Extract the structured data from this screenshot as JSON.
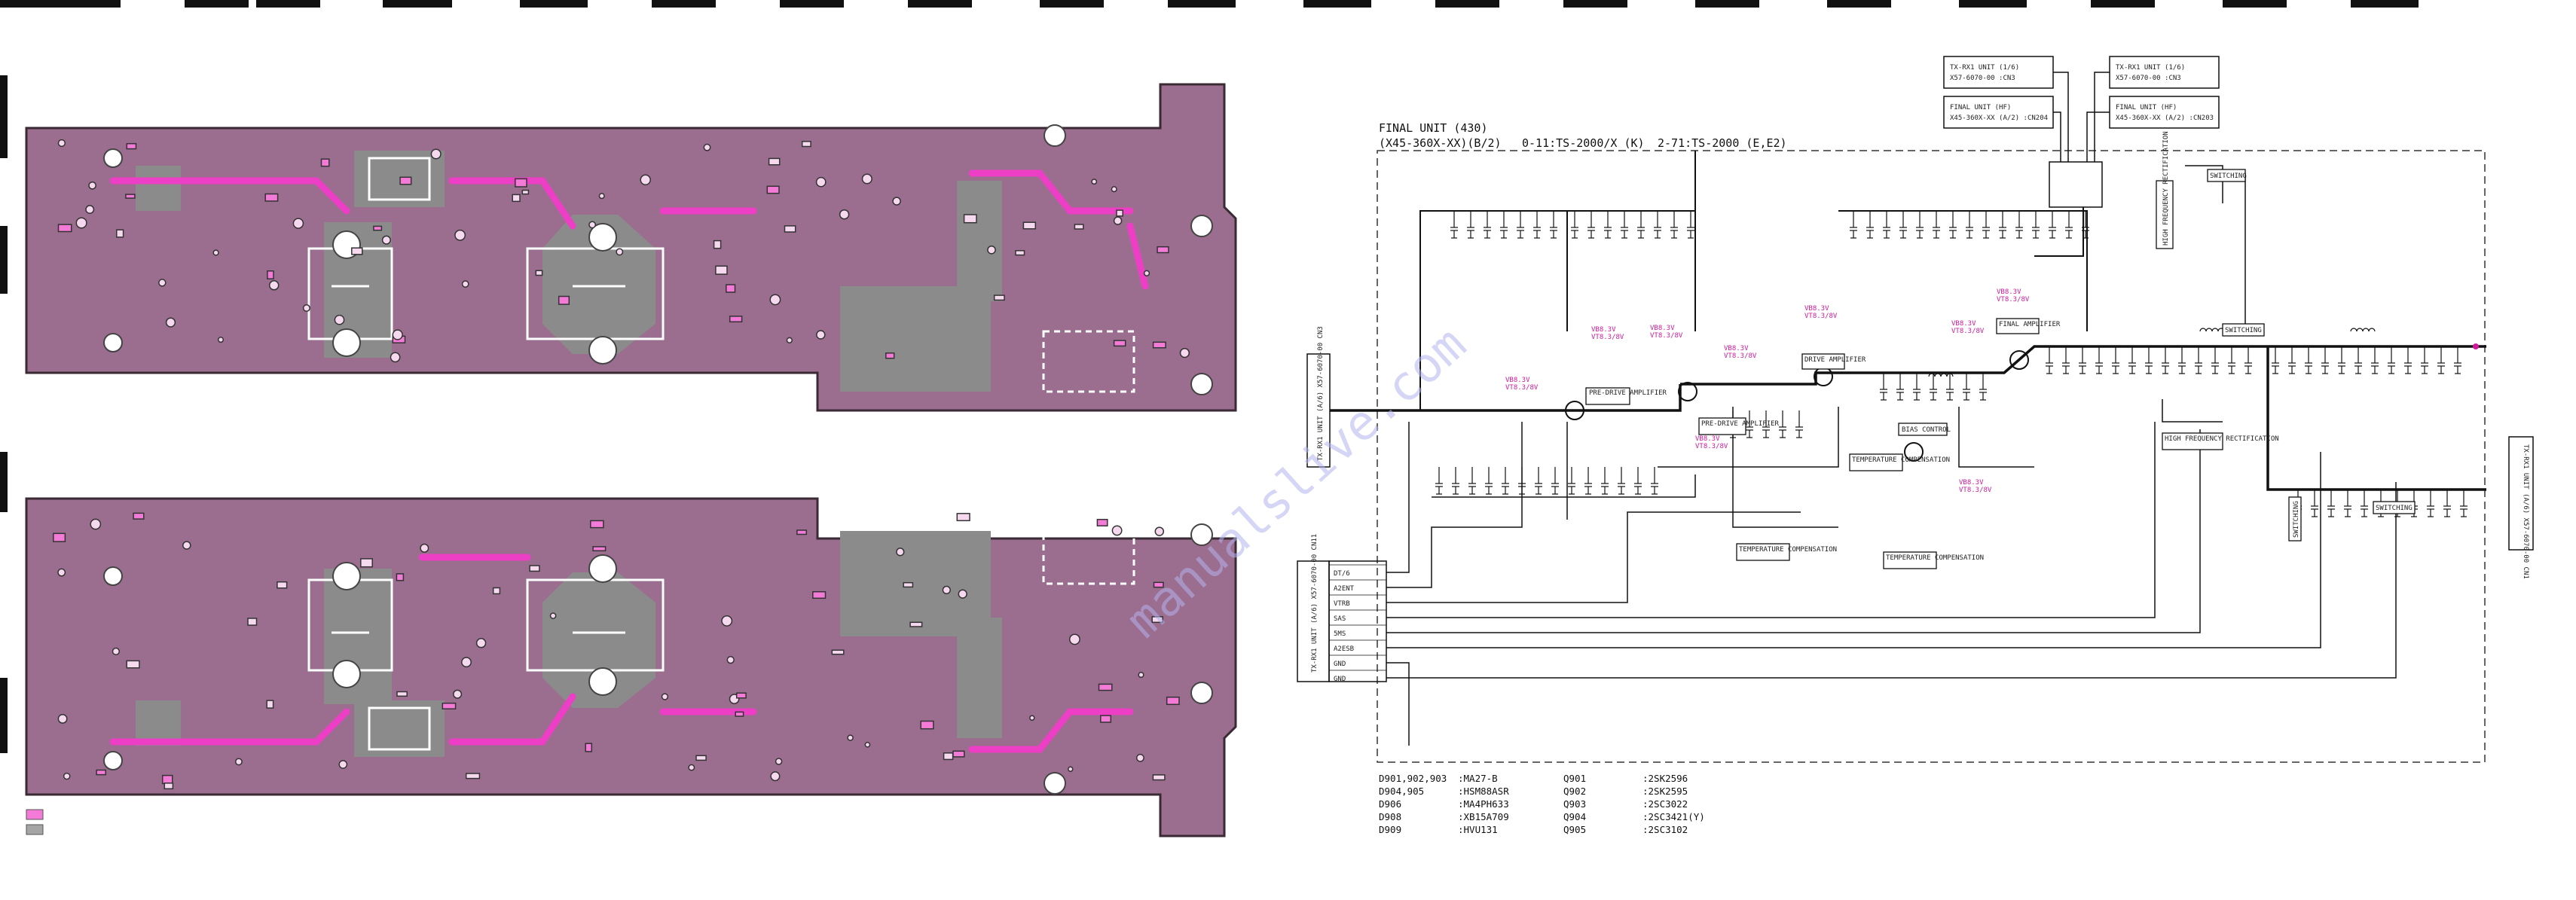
{
  "unit_header": {
    "title": "FINAL UNIT (430)",
    "subtitle": "(X45-360X-XX)(B/2)",
    "variant_k": "0-11:TS-2000/X (K)",
    "variant_e": "2-71:TS-2000 (E,E2)"
  },
  "watermark": "manualslive.com",
  "ref_boxes": [
    {
      "line1": "TX-RX1 UNIT (1/6)",
      "line2": "X57-6070-00 :CN3"
    },
    {
      "line1": "TX-RX1 UNIT (1/6)",
      "line2": "X57-6070-00 :CN3"
    },
    {
      "line1": "FINAL UNIT (HF)",
      "line2": "X45-360X-XX (A/2) :CN204"
    },
    {
      "line1": "FINAL UNIT (HF)",
      "line2": "X45-360X-XX (A/2) :CN203"
    }
  ],
  "side_labels": {
    "left_in": "TX-RX1 UNIT (A/6) X57-6070-00 CN3",
    "left_bus": "TX-RX1 UNIT (A/6) X57-6070-00 CN11",
    "right_out": "TX-RX1 UNIT (A/6) X57-6070-00 CN1"
  },
  "connector_pins": [
    "DT/6",
    "A2ENT",
    "VTRB",
    "SAS",
    "5MS",
    "A2ESB",
    "GND",
    "GND"
  ],
  "blocks": [
    {
      "label": "PRE-DRIVE AMPLIFIER"
    },
    {
      "label": "PRE-DRIVE AMPLIFIER"
    },
    {
      "label": "DRIVE AMPLIFIER"
    },
    {
      "label": "FINAL AMPLIFIER"
    },
    {
      "label": "BIAS CONTROL"
    },
    {
      "label": "TEMPERATURE COMPENSATION"
    },
    {
      "label": "TEMPERATURE COMPENSATION"
    },
    {
      "label": "TEMPERATURE COMPENSATION"
    },
    {
      "label": "SWITCHING"
    },
    {
      "label": "HIGH FREQUENCY RECTIFICATION"
    },
    {
      "label": "HIGH FREQUENCY RECTIFICATION"
    },
    {
      "label": "SWITCHING"
    },
    {
      "label": "SWITCHING"
    },
    {
      "label": "SWITCHING"
    }
  ],
  "probe_values": [
    {
      "v1": "VB8.3V",
      "v2": "VT8.3/8V"
    },
    {
      "v1": "VB8.3V",
      "v2": "VT8.3/8V"
    },
    {
      "v1": "VB8.3V",
      "v2": "VT8.3/8V"
    },
    {
      "v1": "VB8.3V",
      "v2": "VT8.3/8V"
    },
    {
      "v1": "VB8.3V",
      "v2": "VT8.3/8V"
    },
    {
      "v1": "VB8.3V",
      "v2": "VT8.3/8V"
    },
    {
      "v1": "VB8.3V",
      "v2": "VT8.3/8V"
    },
    {
      "v1": "VB8.3V",
      "v2": "VT8.3/8V"
    },
    {
      "v1": "VB8.3V",
      "v2": "VT8.3/8V"
    }
  ],
  "legend": [
    {
      "color": "#f37ad6"
    },
    {
      "color": "#a5a5a5"
    }
  ],
  "parts_list": [
    {
      "ref": "D901,902,903",
      "part": ":MA27-B"
    },
    {
      "ref": "D904,905",
      "part": ":HSM88ASR"
    },
    {
      "ref": "D906",
      "part": ":MA4PH633"
    },
    {
      "ref": "D908",
      "part": ":XB15A709"
    },
    {
      "ref": "D909",
      "part": ":HVU131"
    },
    {
      "ref": "Q901",
      "part": ":2SK2596"
    },
    {
      "ref": "Q902",
      "part": ":2SK2595"
    },
    {
      "ref": "Q903",
      "part": ":2SC3022"
    },
    {
      "ref": "Q904",
      "part": ":2SC3421(Y)"
    },
    {
      "ref": "Q905",
      "part": ":2SC3102"
    }
  ],
  "colors": {
    "pcb_fill": "#9b6e8f",
    "pcb_border": "#3a2a34",
    "copper_gray": "#8b8b8b",
    "trace_magenta": "#ec3fc5",
    "schematic_line": "#111111",
    "probe_text": "#d01a9a"
  }
}
